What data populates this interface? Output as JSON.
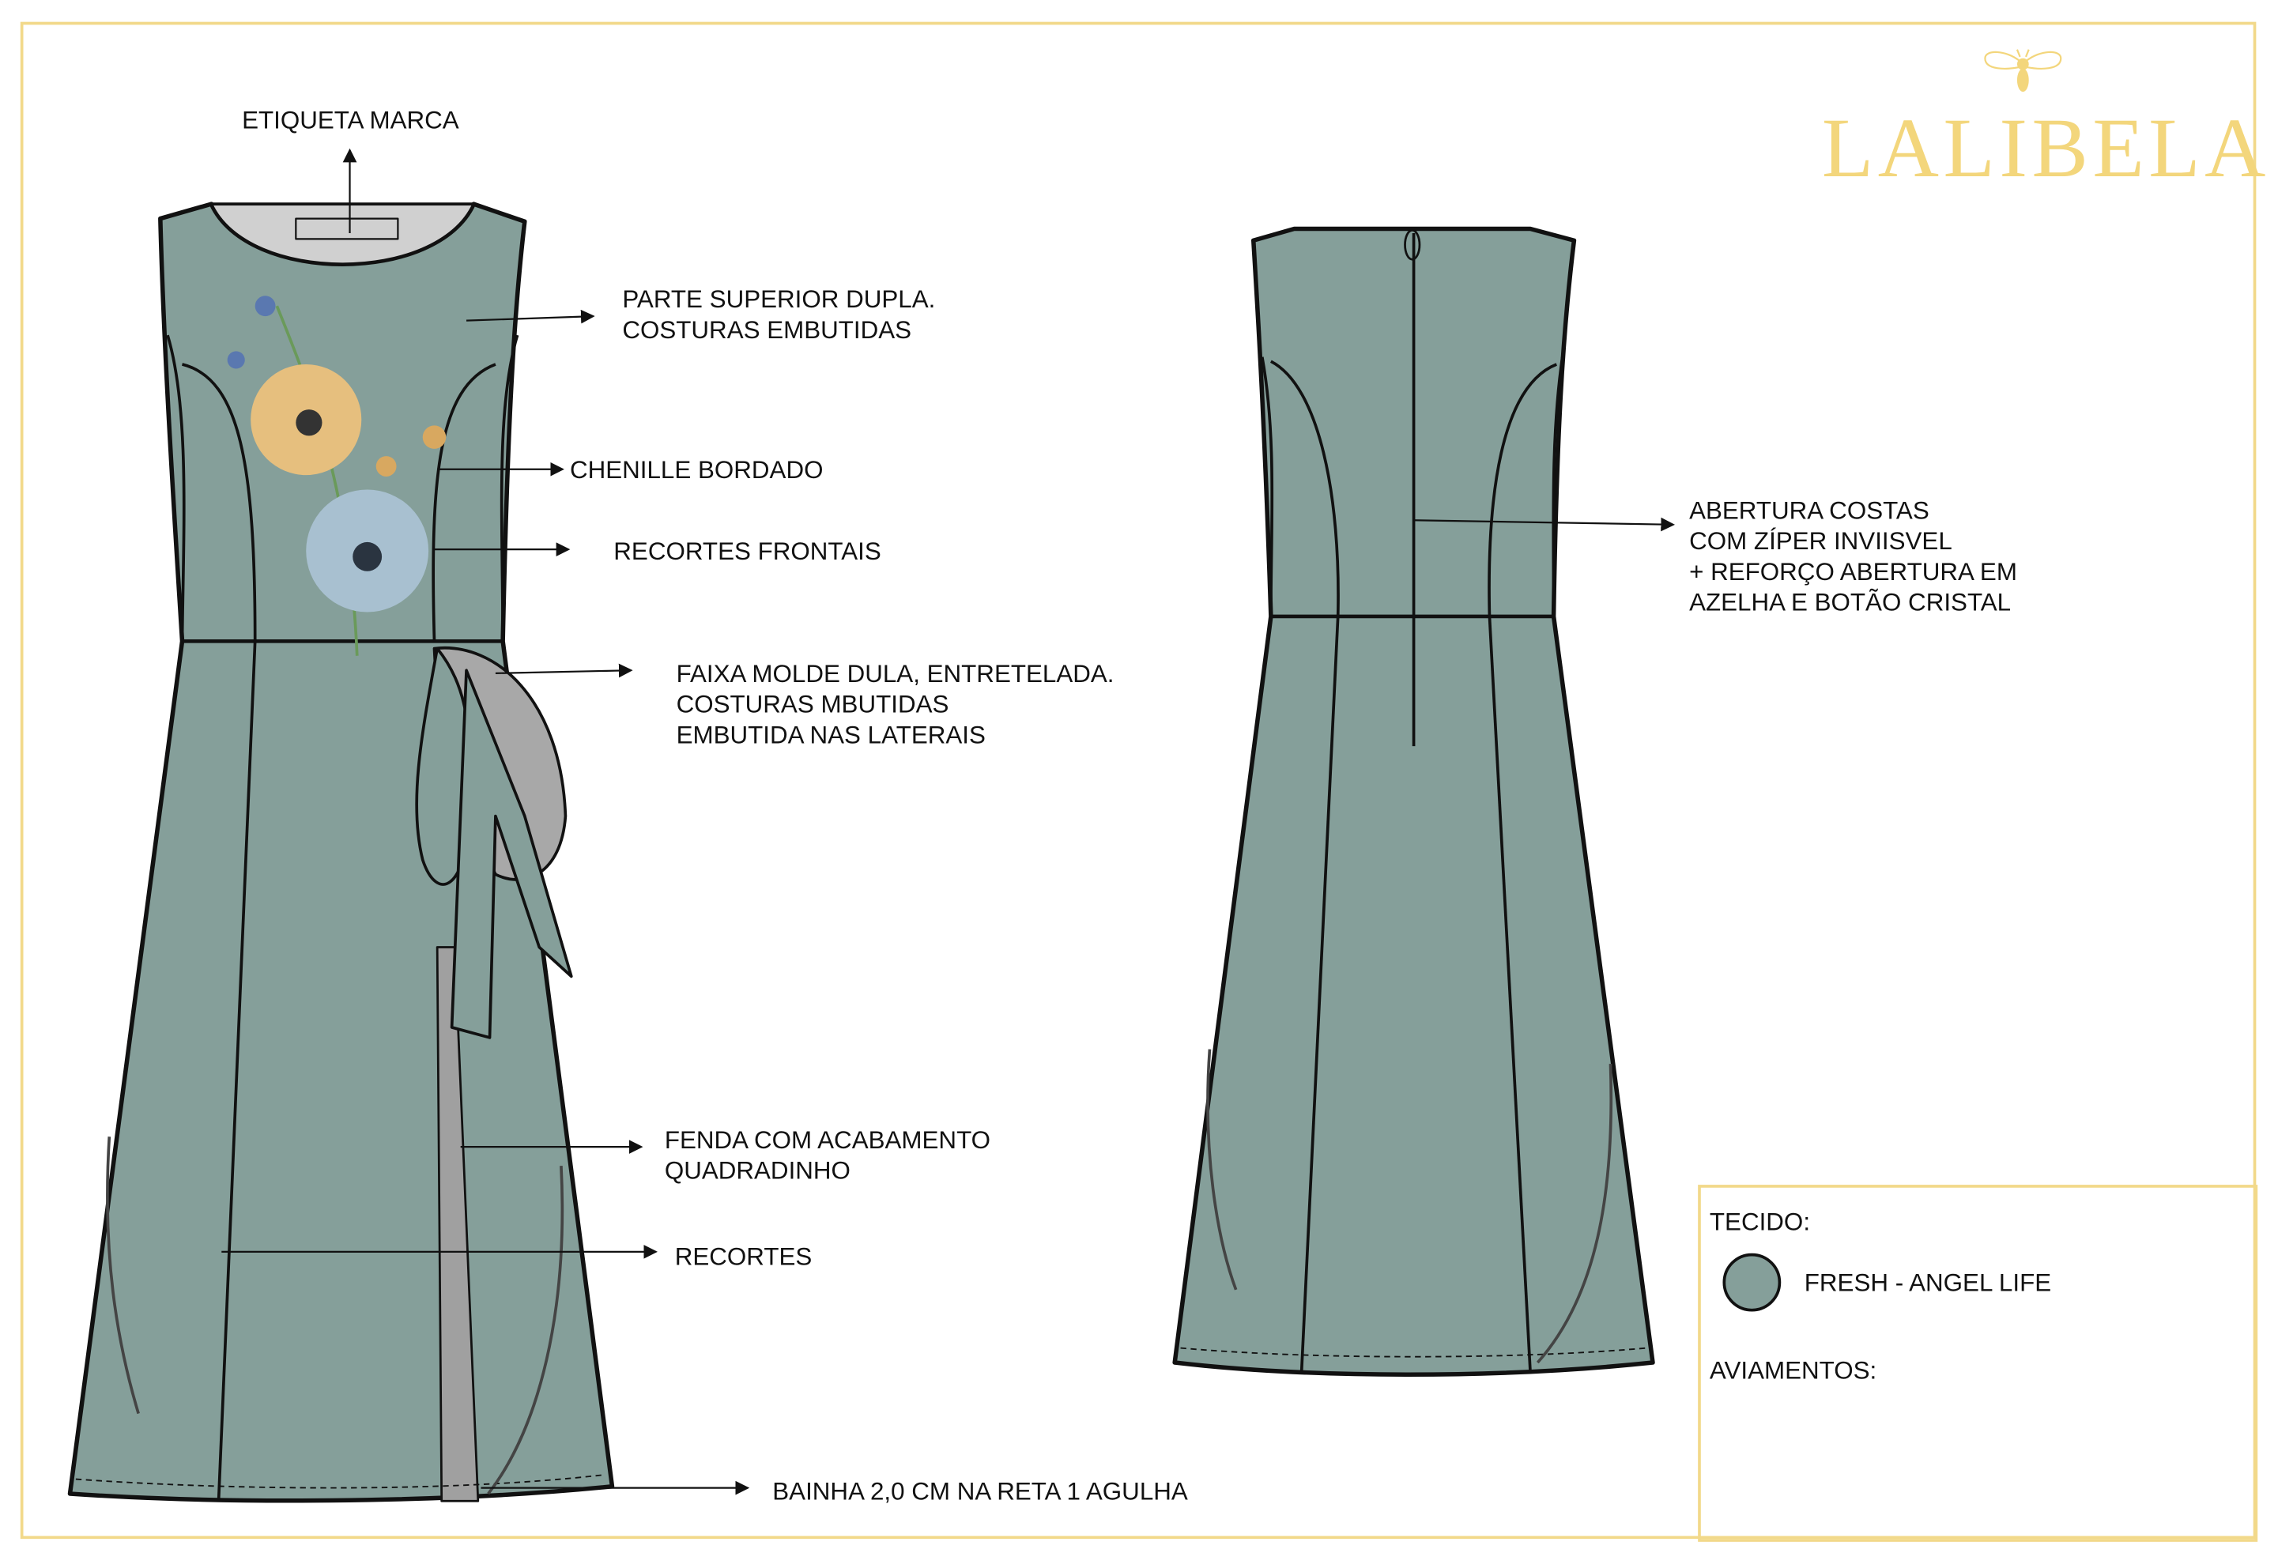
{
  "brand": {
    "name": "LALIBELA",
    "colors": {
      "gold": "#f3d67c",
      "fabric": "#859f9a"
    }
  },
  "front_annotations": {
    "label": "ETIQUETA MARCA",
    "upper": [
      "PARTE SUPERIOR DUPLA.",
      "COSTURAS EMBUTIDAS"
    ],
    "chenille": "CHENILLE BORDADO",
    "recortes_frontais": "RECORTES FRONTAIS",
    "faixa": [
      "FAIXA MOLDE DULA, ENTRETELADA.",
      "COSTURAS MBUTIDAS",
      "EMBUTIDA NAS LATERAIS"
    ],
    "fenda": [
      "FENDA COM ACABAMENTO",
      "QUADRADINHO"
    ],
    "recortes": "RECORTES",
    "bainha": "BAINHA 2,0 CM NA RETA 1 AGULHA"
  },
  "back_annotations": {
    "abertura": [
      "ABERTURA COSTAS",
      "COM ZÍPER INVIISVEL",
      "+ REFORÇO ABERTURA EM",
      "AZELHA E BOTÃO CRISTAL"
    ]
  },
  "spec_box": {
    "tecido_label": "TECIDO:",
    "tecido_value": "FRESH - ANGEL LIFE",
    "aviamentos_label": "AVIAMENTOS:"
  }
}
